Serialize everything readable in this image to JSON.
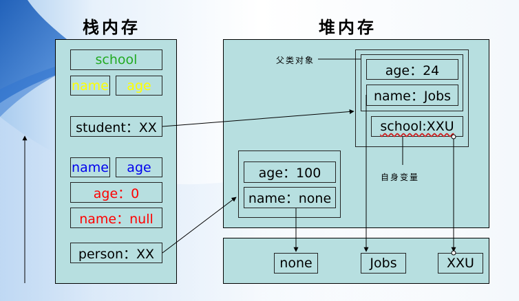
{
  "headings": {
    "stack": "栈内存",
    "heap": "堆内存"
  },
  "stack": {
    "school": "school",
    "name_small": "name",
    "age_small": "age",
    "student": "student：XX",
    "name_blue": "name",
    "age_blue": "age",
    "age_val": "age：0",
    "name_val": "name：null",
    "person": "person：XX"
  },
  "heap": {
    "parent_label": "父类对象",
    "self_label": "自身变量",
    "student_obj": {
      "age": "age：24",
      "name": "name：Jobs",
      "school": "school:XXU"
    },
    "person_obj": {
      "age": "age：100",
      "name": "name：none"
    }
  },
  "constants": [
    "none",
    "Jobs",
    "XXU"
  ],
  "colors": {
    "panel": "#b7dfe0",
    "school_text": "#22aa22",
    "yellow_text": "#ffff00",
    "blue_text": "#0000ee",
    "red_text": "#ff0000",
    "spellcheck": "#cc2222"
  }
}
